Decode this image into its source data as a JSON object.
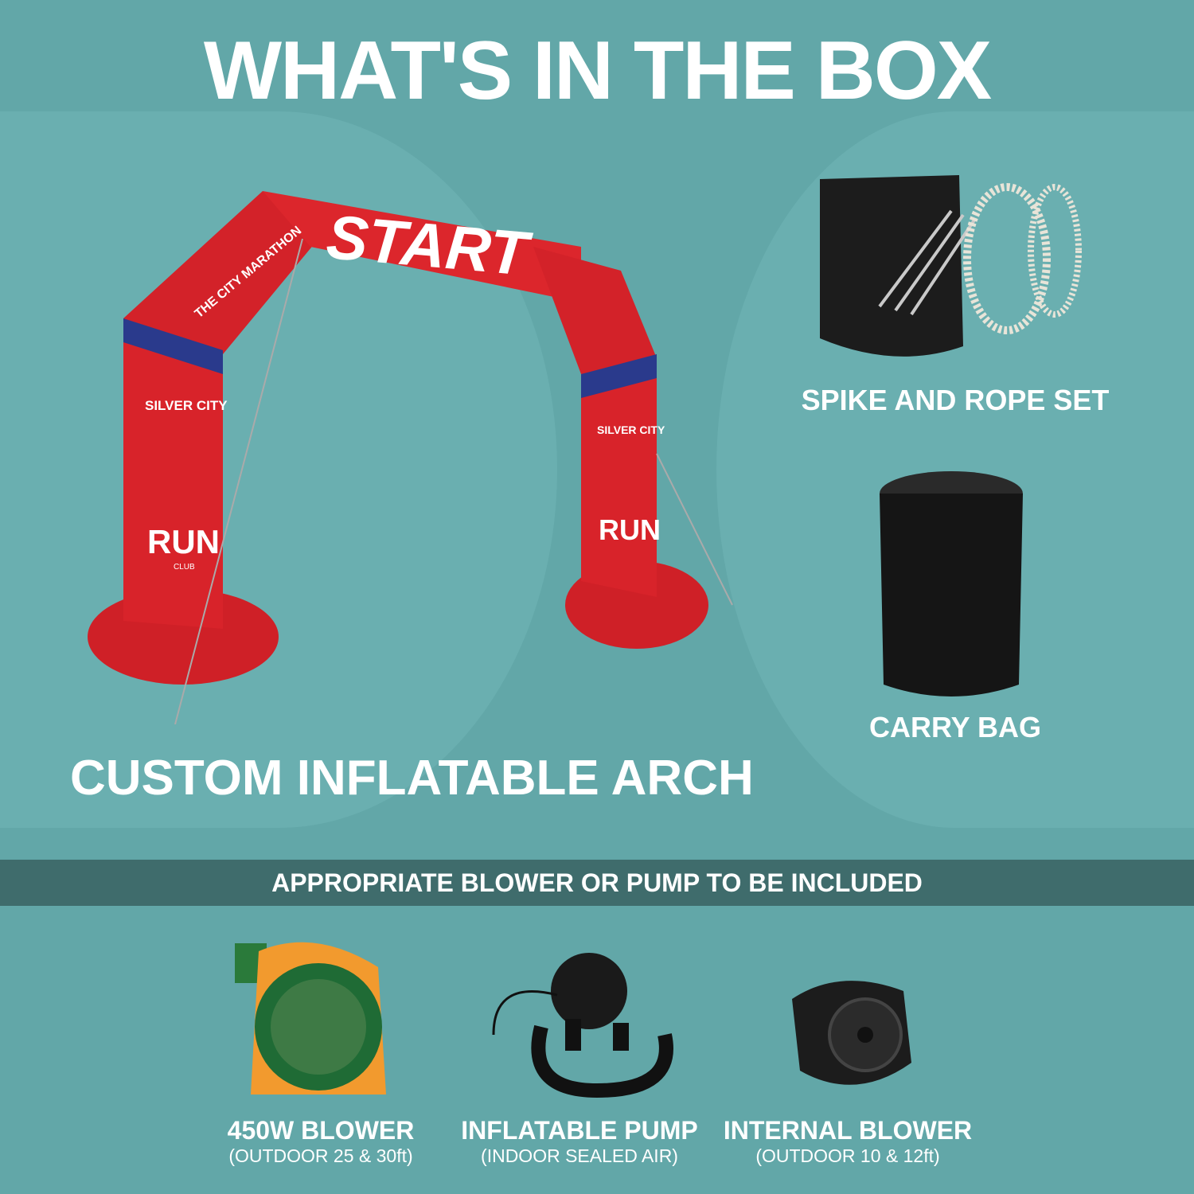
{
  "title": "WHAT'S IN THE BOX",
  "arch": {
    "label": "CUSTOM INFLATABLE ARCH",
    "banner_text": "START",
    "logo_marathon": "THE CITY MARATHON",
    "logo_club_top": "SILVER CITY",
    "logo_club_main": "RUN",
    "logo_club_sub": "CLUB"
  },
  "spike_set": {
    "label": "SPIKE AND ROPE SET"
  },
  "carry_bag": {
    "label": "CARRY BAG"
  },
  "band": {
    "text": "APPROPRIATE BLOWER OR PUMP TO BE INCLUDED"
  },
  "blowers": [
    {
      "name": "450W BLOWER",
      "sub": "(OUTDOOR 25 & 30ft)"
    },
    {
      "name": "INFLATABLE PUMP",
      "sub": "(INDOOR SEALED AIR)"
    },
    {
      "name": "INTERNAL BLOWER",
      "sub": "(OUTDOOR 10 & 12ft)"
    }
  ],
  "colors": {
    "background": "#62a7a8",
    "band": "#3f6c6c",
    "arch_red": "#d8232a",
    "stripe_blue": "#2a3a8c"
  }
}
